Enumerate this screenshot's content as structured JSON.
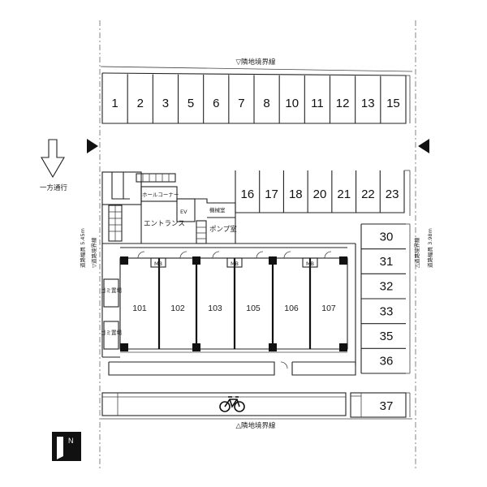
{
  "labels": {
    "boundary_top": "▽隣地境界線",
    "boundary_bottom": "△隣地境界線",
    "one_way": "一方通行",
    "road_left": "▽道路境界線",
    "road_left_width": "道路幅員 5.45m",
    "road_right": "△道路境界線",
    "road_right_width": "道路幅員 3.98m",
    "hall_corner": "ホールコーナー",
    "ev": "EV",
    "machine_room": "機械室",
    "entrance": "エントランス",
    "pump_room": "ポンプ室",
    "garbage_1": "ゴミ置場",
    "garbage_2": "ゴミ置場",
    "mb1": "MB",
    "mb2": "MB",
    "mb3": "MB",
    "north": "N"
  },
  "parking_top": [
    "1",
    "2",
    "3",
    "5",
    "6",
    "7",
    "8",
    "10",
    "11",
    "12",
    "13",
    "15"
  ],
  "parking_mid": [
    "16",
    "17",
    "18",
    "20",
    "21",
    "22",
    "23"
  ],
  "parking_right": [
    "30",
    "31",
    "32",
    "33",
    "35",
    "36"
  ],
  "parking_bottom": "37",
  "units": [
    "101",
    "102",
    "103",
    "105",
    "106",
    "107"
  ],
  "icons": {
    "bicycle": "bicycle-icon",
    "north_arrow": "north-arrow-icon",
    "arrow": "down-arrow-icon"
  }
}
